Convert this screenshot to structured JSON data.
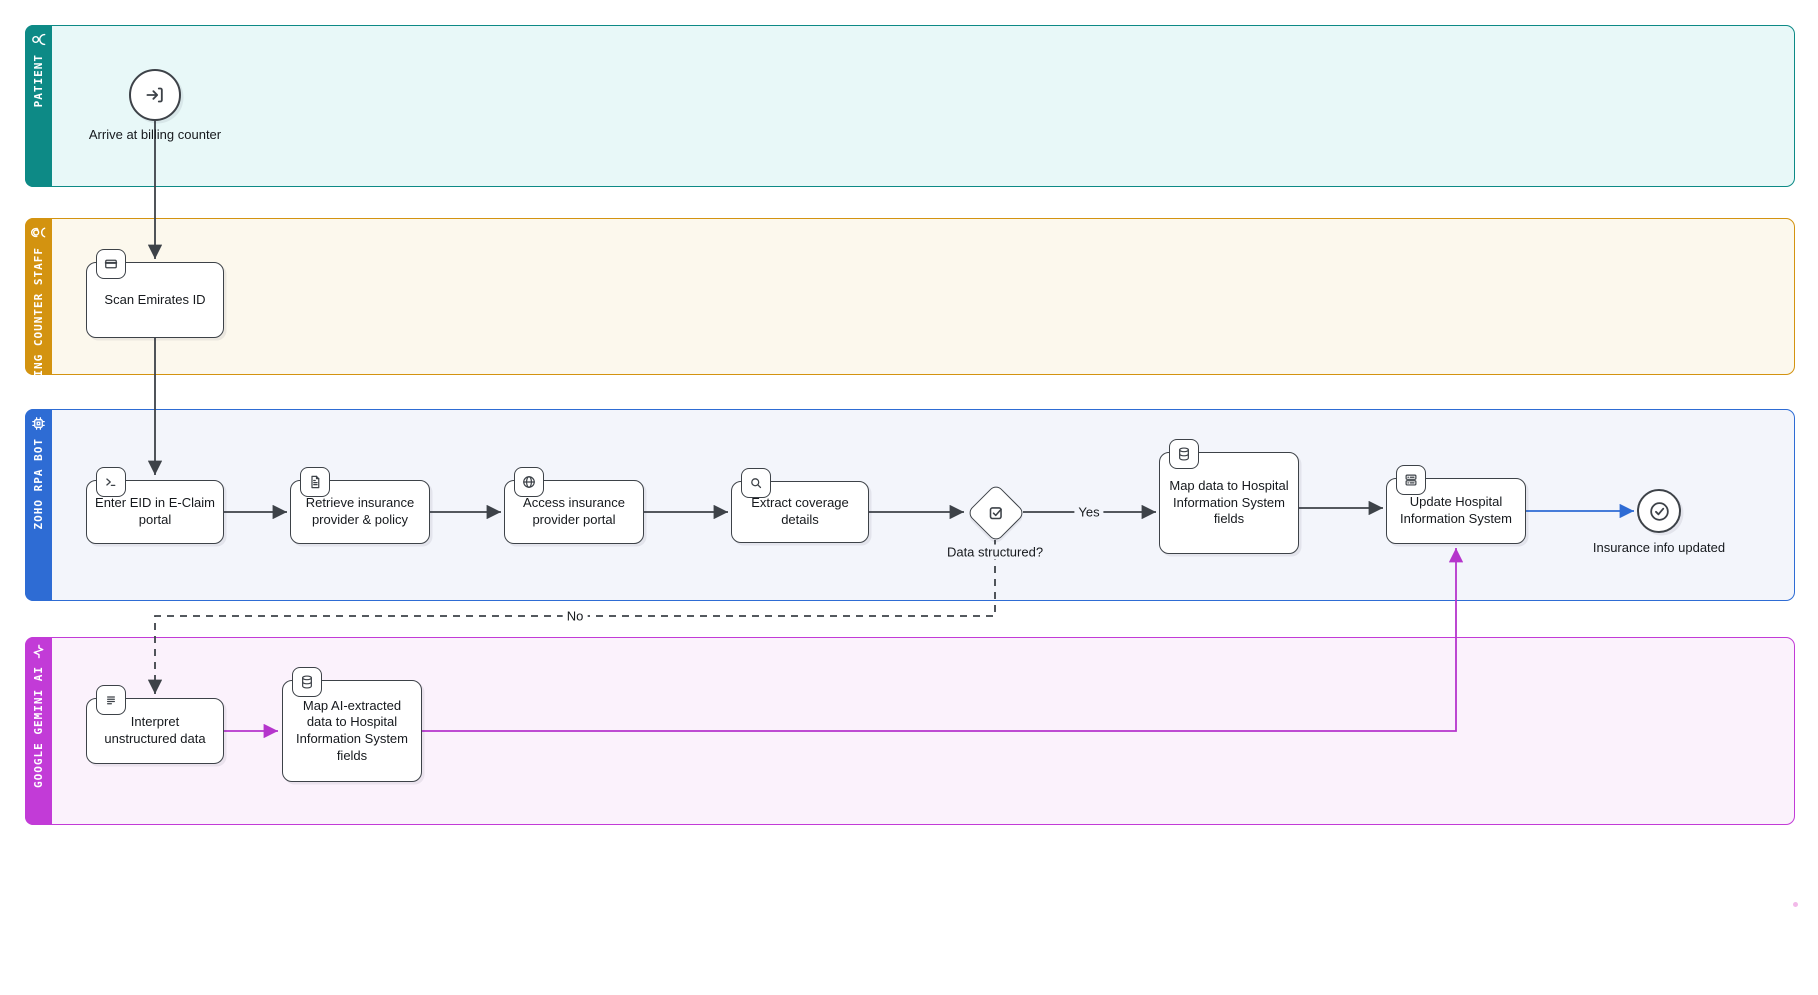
{
  "lanes": [
    {
      "label": "PATIENT",
      "icon": "person-icon",
      "color": "#0D8A86",
      "fill": "#E8F8F8"
    },
    {
      "label": "BILLING COUNTER STAFF",
      "icon": "headset-person-icon",
      "color": "#D39310",
      "fill": "#FCF8ED"
    },
    {
      "label": "ZOHO RPA BOT",
      "icon": "chip-icon",
      "color": "#2E6CD4",
      "fill": "#F3F5FB"
    },
    {
      "label": "GOOGLE GEMINI AI",
      "icon": "pulse-icon",
      "color": "#C23BD7",
      "fill": "#FBF2FC"
    }
  ],
  "nodes": {
    "start": {
      "label": "Arrive at billing counter",
      "icon": "login-icon",
      "type": "start-event"
    },
    "scan": {
      "label": "Scan Emirates ID",
      "icon": "id-card-icon",
      "type": "task"
    },
    "enter": {
      "label": "Enter EID in E-Claim portal",
      "icon": "terminal-icon",
      "type": "task"
    },
    "retrieve": {
      "label": "Retrieve insurance provider & policy",
      "icon": "document-icon",
      "type": "task"
    },
    "access": {
      "label": "Access insurance provider portal",
      "icon": "globe-icon",
      "type": "task"
    },
    "extract": {
      "label": "Extract coverage details",
      "icon": "search-icon",
      "type": "task"
    },
    "gateway": {
      "label": "Data structured?",
      "icon": "checkbox-icon",
      "type": "gateway"
    },
    "map_data": {
      "label": "Map data to Hospital Information System fields",
      "icon": "database-icon",
      "type": "task"
    },
    "update": {
      "label": "Update Hospital Information System",
      "icon": "server-icon",
      "type": "task"
    },
    "end": {
      "label": "Insurance info updated",
      "icon": "check-circle-icon",
      "type": "end-event"
    },
    "interpret": {
      "label": "Interpret unstructured data",
      "icon": "text-lines-icon",
      "type": "task"
    },
    "map_ai": {
      "label": "Map AI-extracted data to Hospital Information System fields",
      "icon": "database-icon",
      "type": "task"
    }
  },
  "edges": {
    "yes": "Yes",
    "no": "No"
  },
  "colors": {
    "flow_default": "#3d4248",
    "flow_blue": "#2E6BD4",
    "flow_magenta": "#B535CC",
    "task_border": "#3d4248",
    "task_fill": "#ffffff"
  }
}
